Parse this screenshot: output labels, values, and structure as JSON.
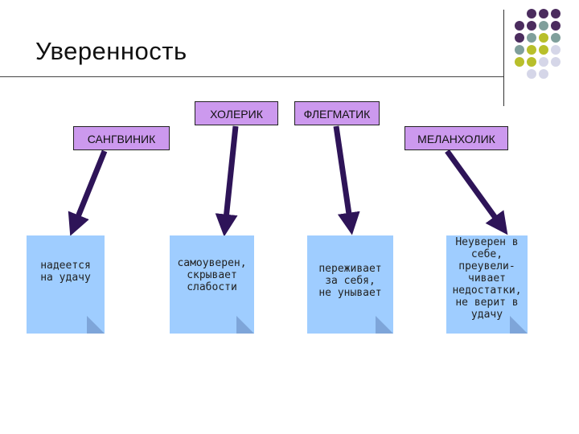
{
  "title": "Уверенность",
  "temperaments": {
    "choleric": "ХОЛЕРИК",
    "phlegmatic": "ФЛЕГМАТИК",
    "sanguine": "САНГВИНИК",
    "melancholic": "МЕЛАНХОЛИК"
  },
  "notes": {
    "sanguine": "надеется\nна удачу",
    "choleric": "самоуверен,\nскрывает\nслабости",
    "phlegmatic": "переживает\nза себя,\nне унывает",
    "melancholic": "Неуверен в\nсебе,\nпреувели-\nчивает\nнедостатки,\nне верит в\nудачу"
  },
  "colors": {
    "box_fill": "#cc99ee",
    "note_fill": "#9fcdff",
    "arrow": "#2e1458",
    "dot_purple": "#4b2c5e",
    "dot_teal": "#7f9f9b",
    "dot_olive": "#b8bf2b",
    "dot_lavender": "#d5d6e8"
  }
}
